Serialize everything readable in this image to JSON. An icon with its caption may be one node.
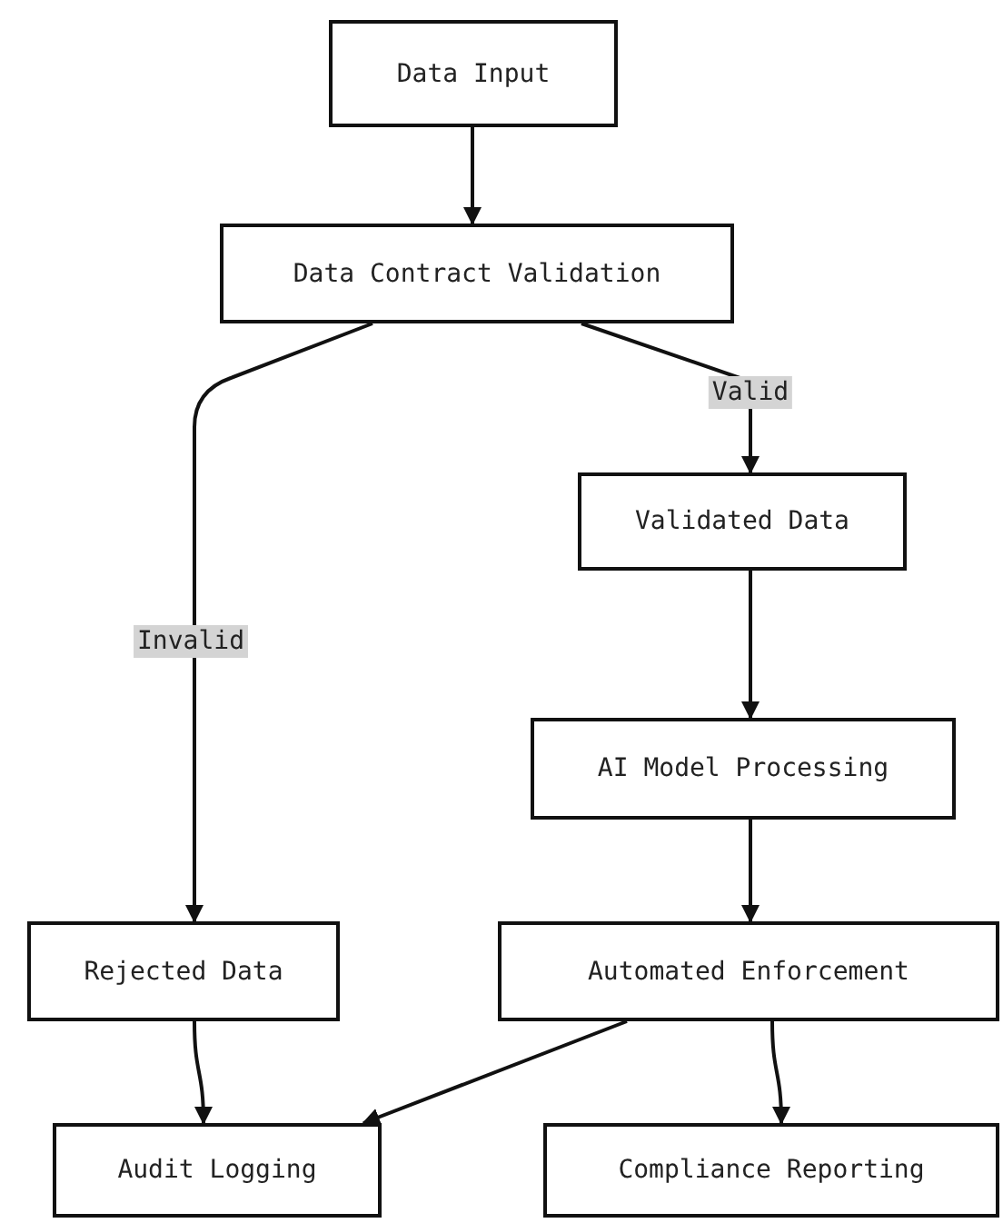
{
  "diagram": {
    "nodes": [
      {
        "text": [
          "Data Input"
        ]
      },
      {
        "text": [
          "Data Contract Validation"
        ]
      },
      {
        "text": [
          "Validated Data"
        ]
      },
      {
        "text": [
          "AI Model Processing"
        ]
      },
      {
        "text": [
          "Rejected Data"
        ]
      },
      {
        "text": [
          "Automated Enforcement"
        ]
      },
      {
        "text": [
          "Audit Logging"
        ]
      },
      {
        "text": [
          "Compliance Reporting"
        ]
      }
    ],
    "edges": [
      {
        "from": 0,
        "to": 1,
        "arrow": "to"
      },
      {
        "from": 1,
        "to": 2,
        "arrow": "to",
        "label": "Valid"
      },
      {
        "from": 1,
        "to": 4,
        "arrow": "to",
        "label": "Invalid"
      },
      {
        "from": 2,
        "to": 3,
        "arrow": "to"
      },
      {
        "from": 3,
        "to": 5,
        "arrow": "to"
      },
      {
        "from": 4,
        "to": 6,
        "arrow": "to"
      },
      {
        "from": 5,
        "to": 6,
        "arrow": "to"
      },
      {
        "from": 5,
        "to": 7,
        "arrow": "to"
      }
    ]
  }
}
